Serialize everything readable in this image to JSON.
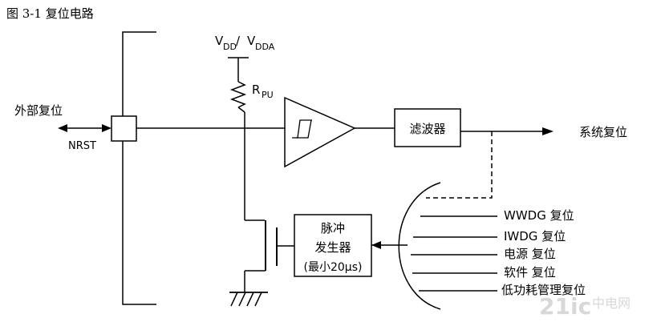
{
  "figure": {
    "caption": "图 3-1 复位电路"
  },
  "labels": {
    "ext_reset": "外部复位",
    "nrst": "NRST",
    "vdd_v1": "V",
    "vdd_sub1": "DD",
    "vdd_slash": "/ ",
    "vdd_v2": "V",
    "vdd_sub2": "DDA",
    "rpu_r": "R",
    "rpu_sub": "PU",
    "filter": "滤波器",
    "system_reset": "系统复位",
    "pulse_line1": "脉冲",
    "pulse_line2": "发生器",
    "pulse_line3": "(最小20μs)",
    "wwdg_reset": "WWDG 复位",
    "iwdg_reset": "IWDG 复位",
    "power_reset": "电源 复位",
    "software_reset": "软件 复位",
    "low_power_reset": "低功耗管理复位"
  },
  "watermark": {
    "text": "中电网",
    "brand": "21ic"
  }
}
